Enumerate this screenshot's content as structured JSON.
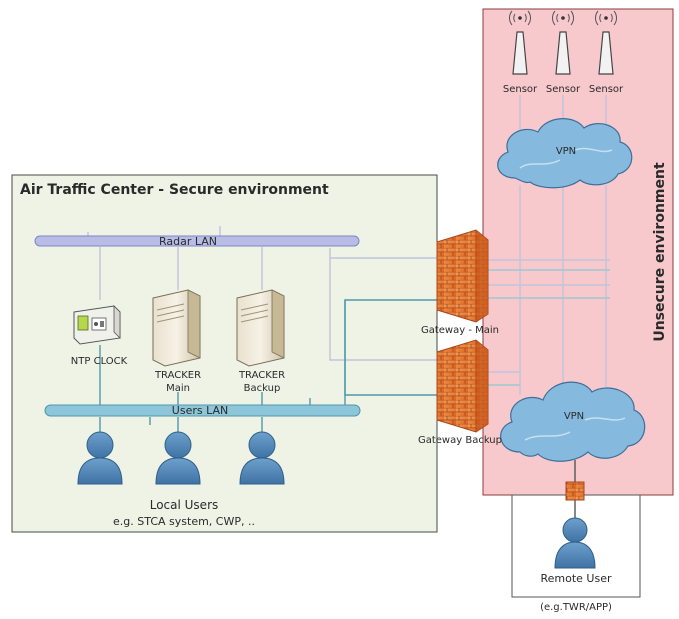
{
  "secure_zone": {
    "title": "Air Traffic Center - Secure environment",
    "fill": "#eef3e6",
    "border": "#4a4a4a"
  },
  "unsecure_zone": {
    "title": "Unsecure environment",
    "fill": "#f7c9cc",
    "border": "#8a3b3b"
  },
  "sensors": [
    "Sensor",
    "Sensor",
    "Sensor"
  ],
  "vpn_top": {
    "label": "VPN"
  },
  "vpn_bottom": {
    "label": "VPN"
  },
  "radar_lan": {
    "label": "Radar LAN",
    "color": "#9aa0d6"
  },
  "users_lan": {
    "label": "Users LAN",
    "color": "#72b5cc"
  },
  "ntp_clock": {
    "label": "NTP CLOCK"
  },
  "tracker_main": {
    "label_line1": "TRACKER",
    "label_line2": "Main"
  },
  "tracker_backup": {
    "label_line1": "TRACKER",
    "label_line2": "Backup"
  },
  "gateway_main": {
    "label": "Gateway - Main"
  },
  "gateway_backup": {
    "label": "Gateway Backup"
  },
  "local_users": {
    "line1": "Local Users",
    "line2": "e.g. STCA system, CWP, .."
  },
  "remote_user": {
    "line1": "Remote User",
    "line2": "(e.g.TWR/APP)"
  },
  "colors": {
    "person": "#4f86b8",
    "firewall": "#e8752a",
    "cloud": "#7ab2da",
    "link": "#c7cbe3",
    "link_teal": "#4f98aa"
  }
}
